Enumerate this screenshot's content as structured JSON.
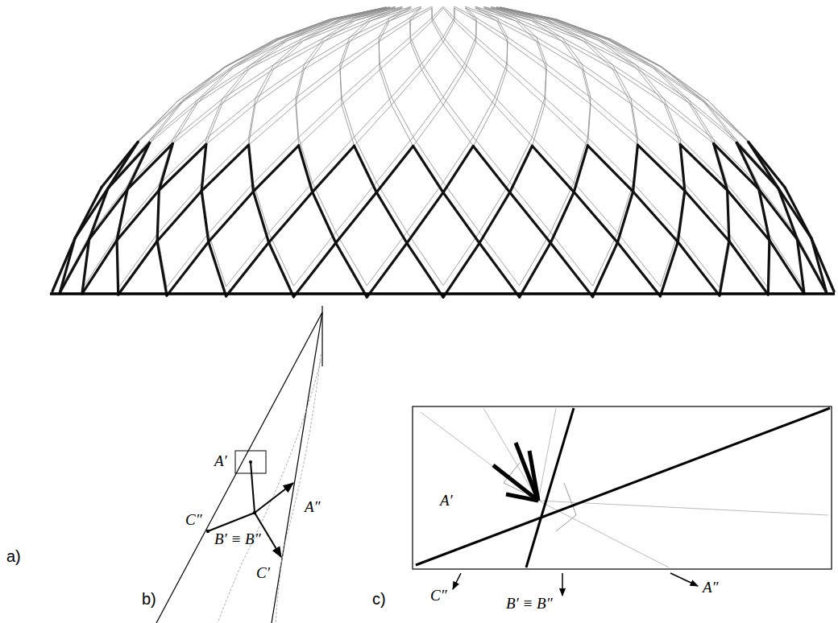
{
  "diagram": {
    "labels": [
      "a)",
      "A′",
      "C″",
      "B′ ≡ B″",
      "A″",
      "C′",
      "b)",
      "c)",
      "A′",
      "C″",
      "B′ ≡ B″",
      "A″"
    ]
  }
}
